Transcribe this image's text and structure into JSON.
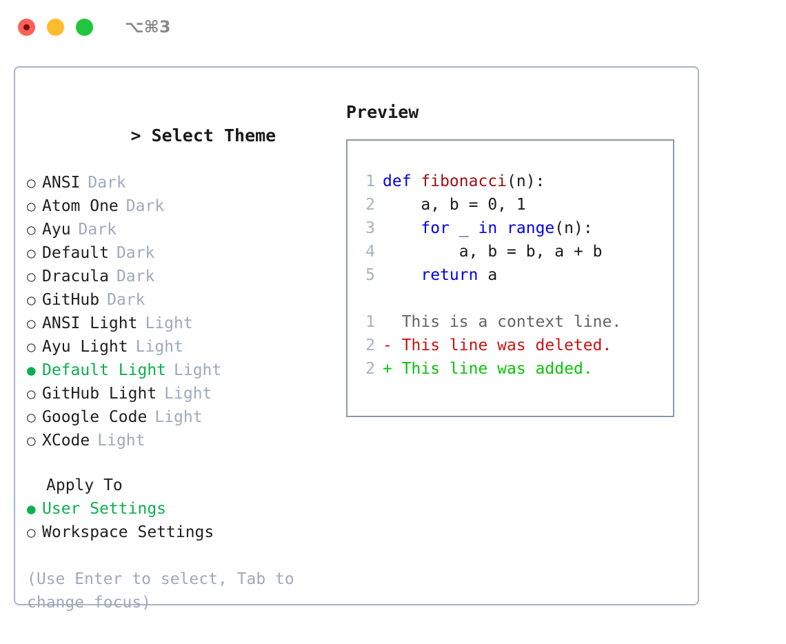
{
  "window": {
    "title": "⌥⌘3",
    "traffic_lights": [
      {
        "name": "close",
        "color": "#fc6058",
        "recording": true
      },
      {
        "name": "minimize",
        "color": "#fdbc2c",
        "recording": false
      },
      {
        "name": "maximize",
        "color": "#22c53e",
        "recording": false
      }
    ]
  },
  "theme_picker": {
    "header": "> Select Theme",
    "caret": ">",
    "header_label": "Select Theme",
    "selected_bullet": "●",
    "unselected_bullet": "○",
    "themes": [
      {
        "name": "ANSI",
        "tag": "Dark",
        "selected": false
      },
      {
        "name": "Atom One",
        "tag": "Dark",
        "selected": false
      },
      {
        "name": "Ayu",
        "tag": "Dark",
        "selected": false
      },
      {
        "name": "Default",
        "tag": "Dark",
        "selected": false
      },
      {
        "name": "Dracula",
        "tag": "Dark",
        "selected": false
      },
      {
        "name": "GitHub",
        "tag": "Dark",
        "selected": false
      },
      {
        "name": "ANSI Light",
        "tag": "Light",
        "selected": false
      },
      {
        "name": "Ayu Light",
        "tag": "Light",
        "selected": false
      },
      {
        "name": "Default Light",
        "tag": "Light",
        "selected": true
      },
      {
        "name": "GitHub Light",
        "tag": "Light",
        "selected": false
      },
      {
        "name": "Google Code",
        "tag": "Light",
        "selected": false
      },
      {
        "name": "XCode",
        "tag": "Light",
        "selected": false
      }
    ]
  },
  "apply_to": {
    "title": "Apply To",
    "options": [
      {
        "label": "User Settings",
        "selected": true
      },
      {
        "label": "Workspace Settings",
        "selected": false
      }
    ]
  },
  "hint": "(Use Enter to select, Tab to change focus)",
  "preview": {
    "title": "Preview",
    "code_lines": [
      {
        "lineno": "1",
        "tokens": [
          {
            "t": "def ",
            "c": "kw"
          },
          {
            "t": "fibonacci",
            "c": "fn"
          },
          {
            "t": "(n):",
            "c": "pl"
          }
        ]
      },
      {
        "lineno": "2",
        "tokens": [
          {
            "t": "    a, b = 0, 1",
            "c": "pl"
          }
        ]
      },
      {
        "lineno": "3",
        "tokens": [
          {
            "t": "    ",
            "c": "pl"
          },
          {
            "t": "for",
            "c": "kw"
          },
          {
            "t": " _ ",
            "c": "pl"
          },
          {
            "t": "in",
            "c": "kw"
          },
          {
            "t": " ",
            "c": "pl"
          },
          {
            "t": "range",
            "c": "kw"
          },
          {
            "t": "(n):",
            "c": "pl"
          }
        ]
      },
      {
        "lineno": "4",
        "tokens": [
          {
            "t": "        a, b = b, a + b",
            "c": "pl"
          }
        ]
      },
      {
        "lineno": "5",
        "tokens": [
          {
            "t": "    ",
            "c": "pl"
          },
          {
            "t": "return",
            "c": "kw"
          },
          {
            "t": " a",
            "c": "pl"
          }
        ]
      }
    ],
    "diff_lines": [
      {
        "lineno": "1",
        "marker": " ",
        "text": "  This is a context line.",
        "kind": "ctx"
      },
      {
        "lineno": "2",
        "marker": "-",
        "text": "- This line was deleted.",
        "kind": "del"
      },
      {
        "lineno": "2",
        "marker": "+",
        "text": "+ This line was added.",
        "kind": "add"
      }
    ]
  },
  "colors": {
    "accent_green": "#0ab04d",
    "keyword_blue": "#0000ee",
    "function_red": "#a11010",
    "diff_deleted": "#cc1111",
    "diff_added": "#09c309",
    "muted_tag": "#9eaabb",
    "panel_border": "#aab3c0",
    "preview_border": "#8d97a6",
    "line_number": "#a8b2bf"
  }
}
